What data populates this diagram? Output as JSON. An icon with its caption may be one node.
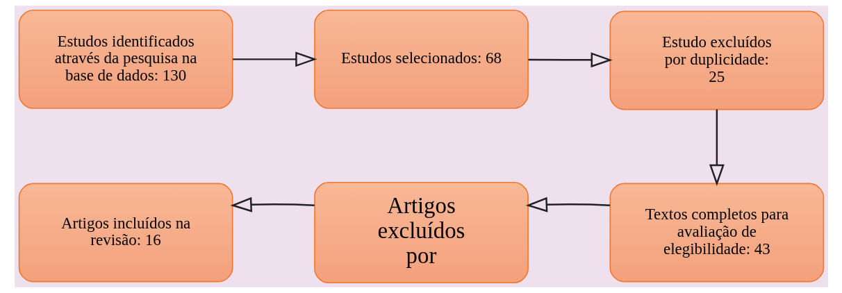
{
  "diagram": {
    "nodes": [
      {
        "text": [
          "Estudos identificados através da pesquisa na base de dados: 130"
        ]
      },
      {
        "text": [
          "Estudos selecionados: 68"
        ]
      },
      {
        "text": [
          "Estudo excluídos por duplicidade: 25"
        ]
      },
      {
        "text": [
          "Artigos incluídos na revisão: 16"
        ]
      },
      {
        "text": [
          "Artigos excluídos por"
        ]
      },
      {
        "text": [
          "Textos completos para avaliação de elegibilidade: 43"
        ]
      }
    ],
    "edges": [
      {
        "from": 0,
        "to": 1,
        "arrow": "to"
      },
      {
        "from": 1,
        "to": 2,
        "arrow": "to"
      },
      {
        "from": 2,
        "to": 5,
        "arrow": "to"
      },
      {
        "from": 5,
        "to": 4,
        "arrow": "to"
      },
      {
        "from": 4,
        "to": 3,
        "arrow": "to"
      }
    ]
  }
}
